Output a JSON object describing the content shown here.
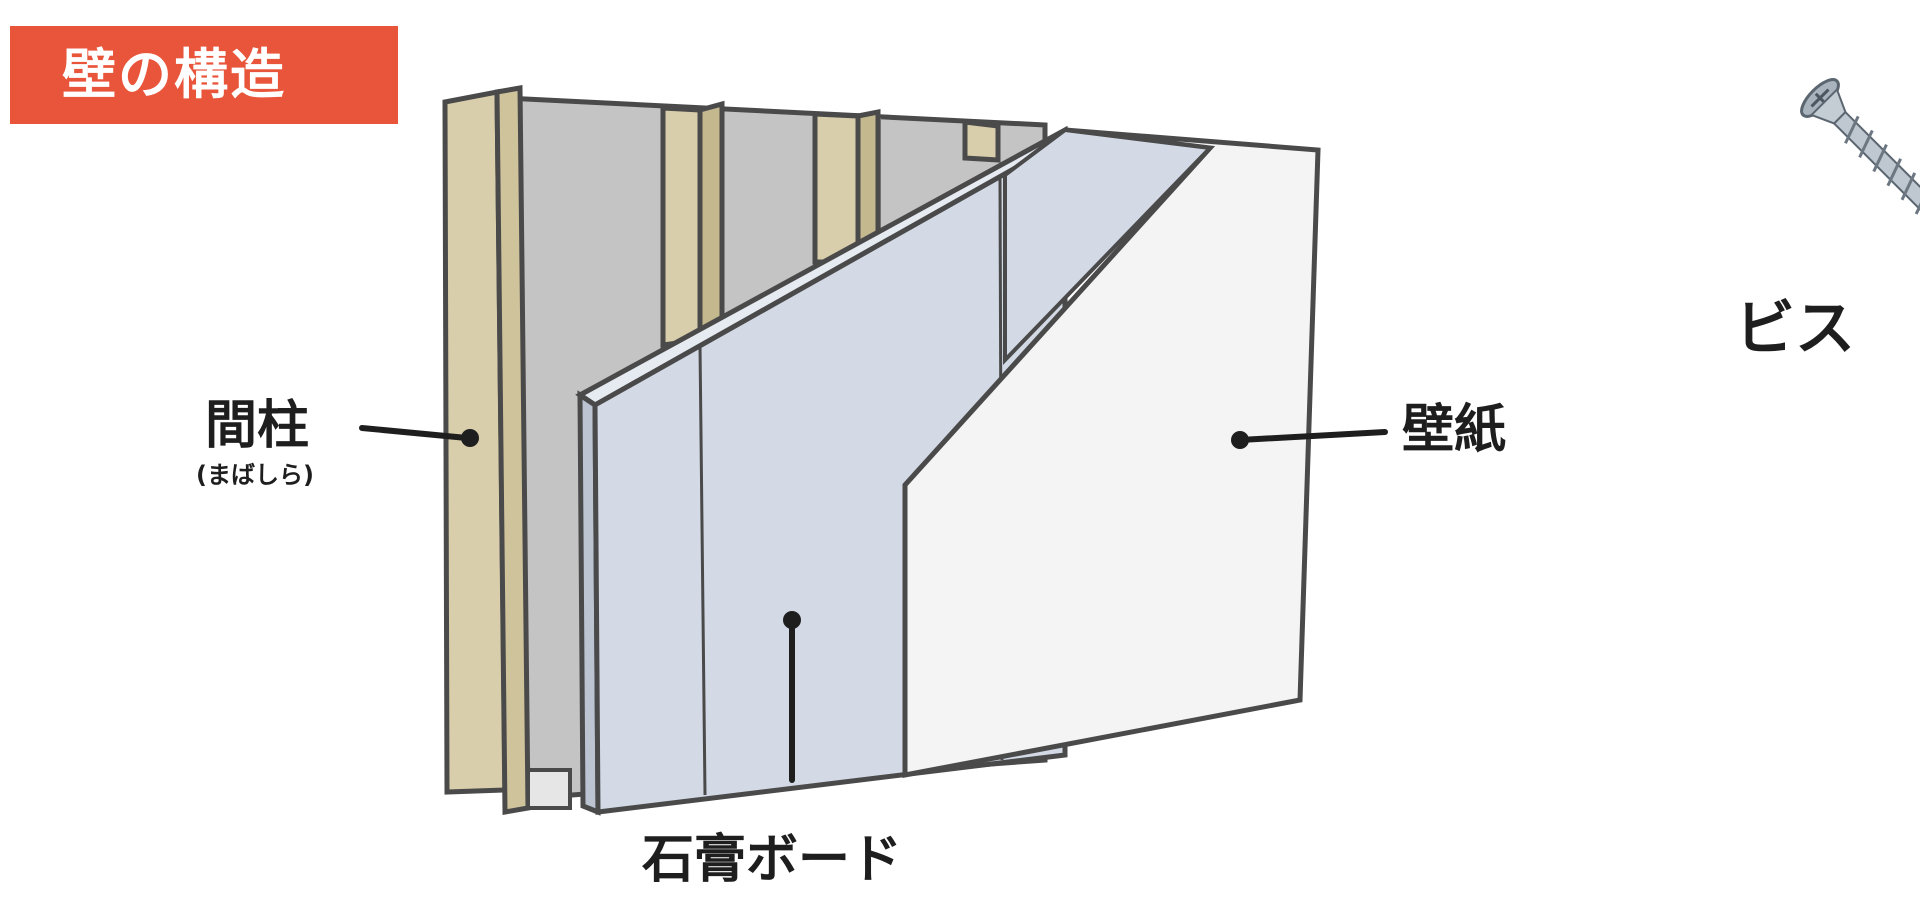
{
  "title": "壁の構造",
  "labels": {
    "mabashira": "間柱",
    "mabashira_reading": "(まばしら)",
    "gypsum_board": "石膏ボード",
    "wallpaper": "壁紙",
    "screw": "ビス"
  },
  "colors": {
    "title_bg": "#e9553a",
    "title_text": "#ffffff",
    "stud": "#d9ceab",
    "back_panel": "#c4c4c4",
    "gypsum": "#d3dae6",
    "wallpaper": "#f4f4f4",
    "outline": "#4a4a4a",
    "label_text": "#1e1e1e"
  },
  "icons": {
    "screw": "screw-icon"
  }
}
